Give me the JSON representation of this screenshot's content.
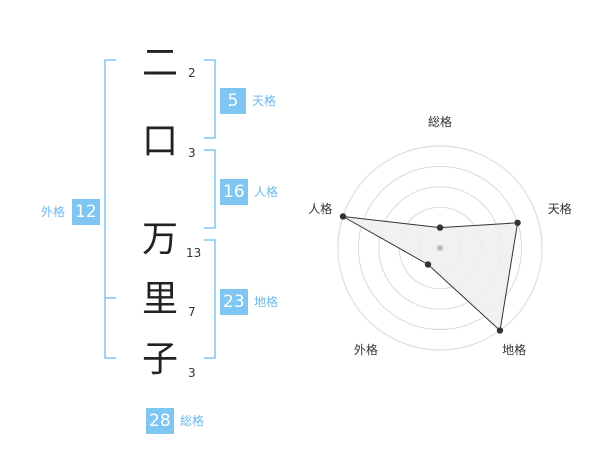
{
  "name_chars": [
    {
      "char": "二",
      "strokes": "2"
    },
    {
      "char": "口",
      "strokes": "3"
    },
    {
      "char": "万",
      "strokes": "13"
    },
    {
      "char": "里",
      "strokes": "7"
    },
    {
      "char": "子",
      "strokes": "3"
    }
  ],
  "fortunes": {
    "tenkaku": {
      "value": "5",
      "label": "天格"
    },
    "jinkaku": {
      "value": "16",
      "label": "人格"
    },
    "chikaku": {
      "value": "23",
      "label": "地格"
    },
    "gaikaku": {
      "value": "12",
      "label": "外格"
    },
    "sokaku": {
      "value": "28",
      "label": "総格"
    }
  },
  "colors": {
    "accent": "#7fc6f2",
    "bracket": "#7fc6f2",
    "ring": "#d9d9d9",
    "fill": "#eeeeee"
  },
  "chart_data": {
    "type": "radar",
    "axes": [
      "総格",
      "天格",
      "地格",
      "外格",
      "人格"
    ],
    "values": [
      1,
      4,
      5,
      1,
      5
    ],
    "max": 5,
    "rings": 5
  }
}
